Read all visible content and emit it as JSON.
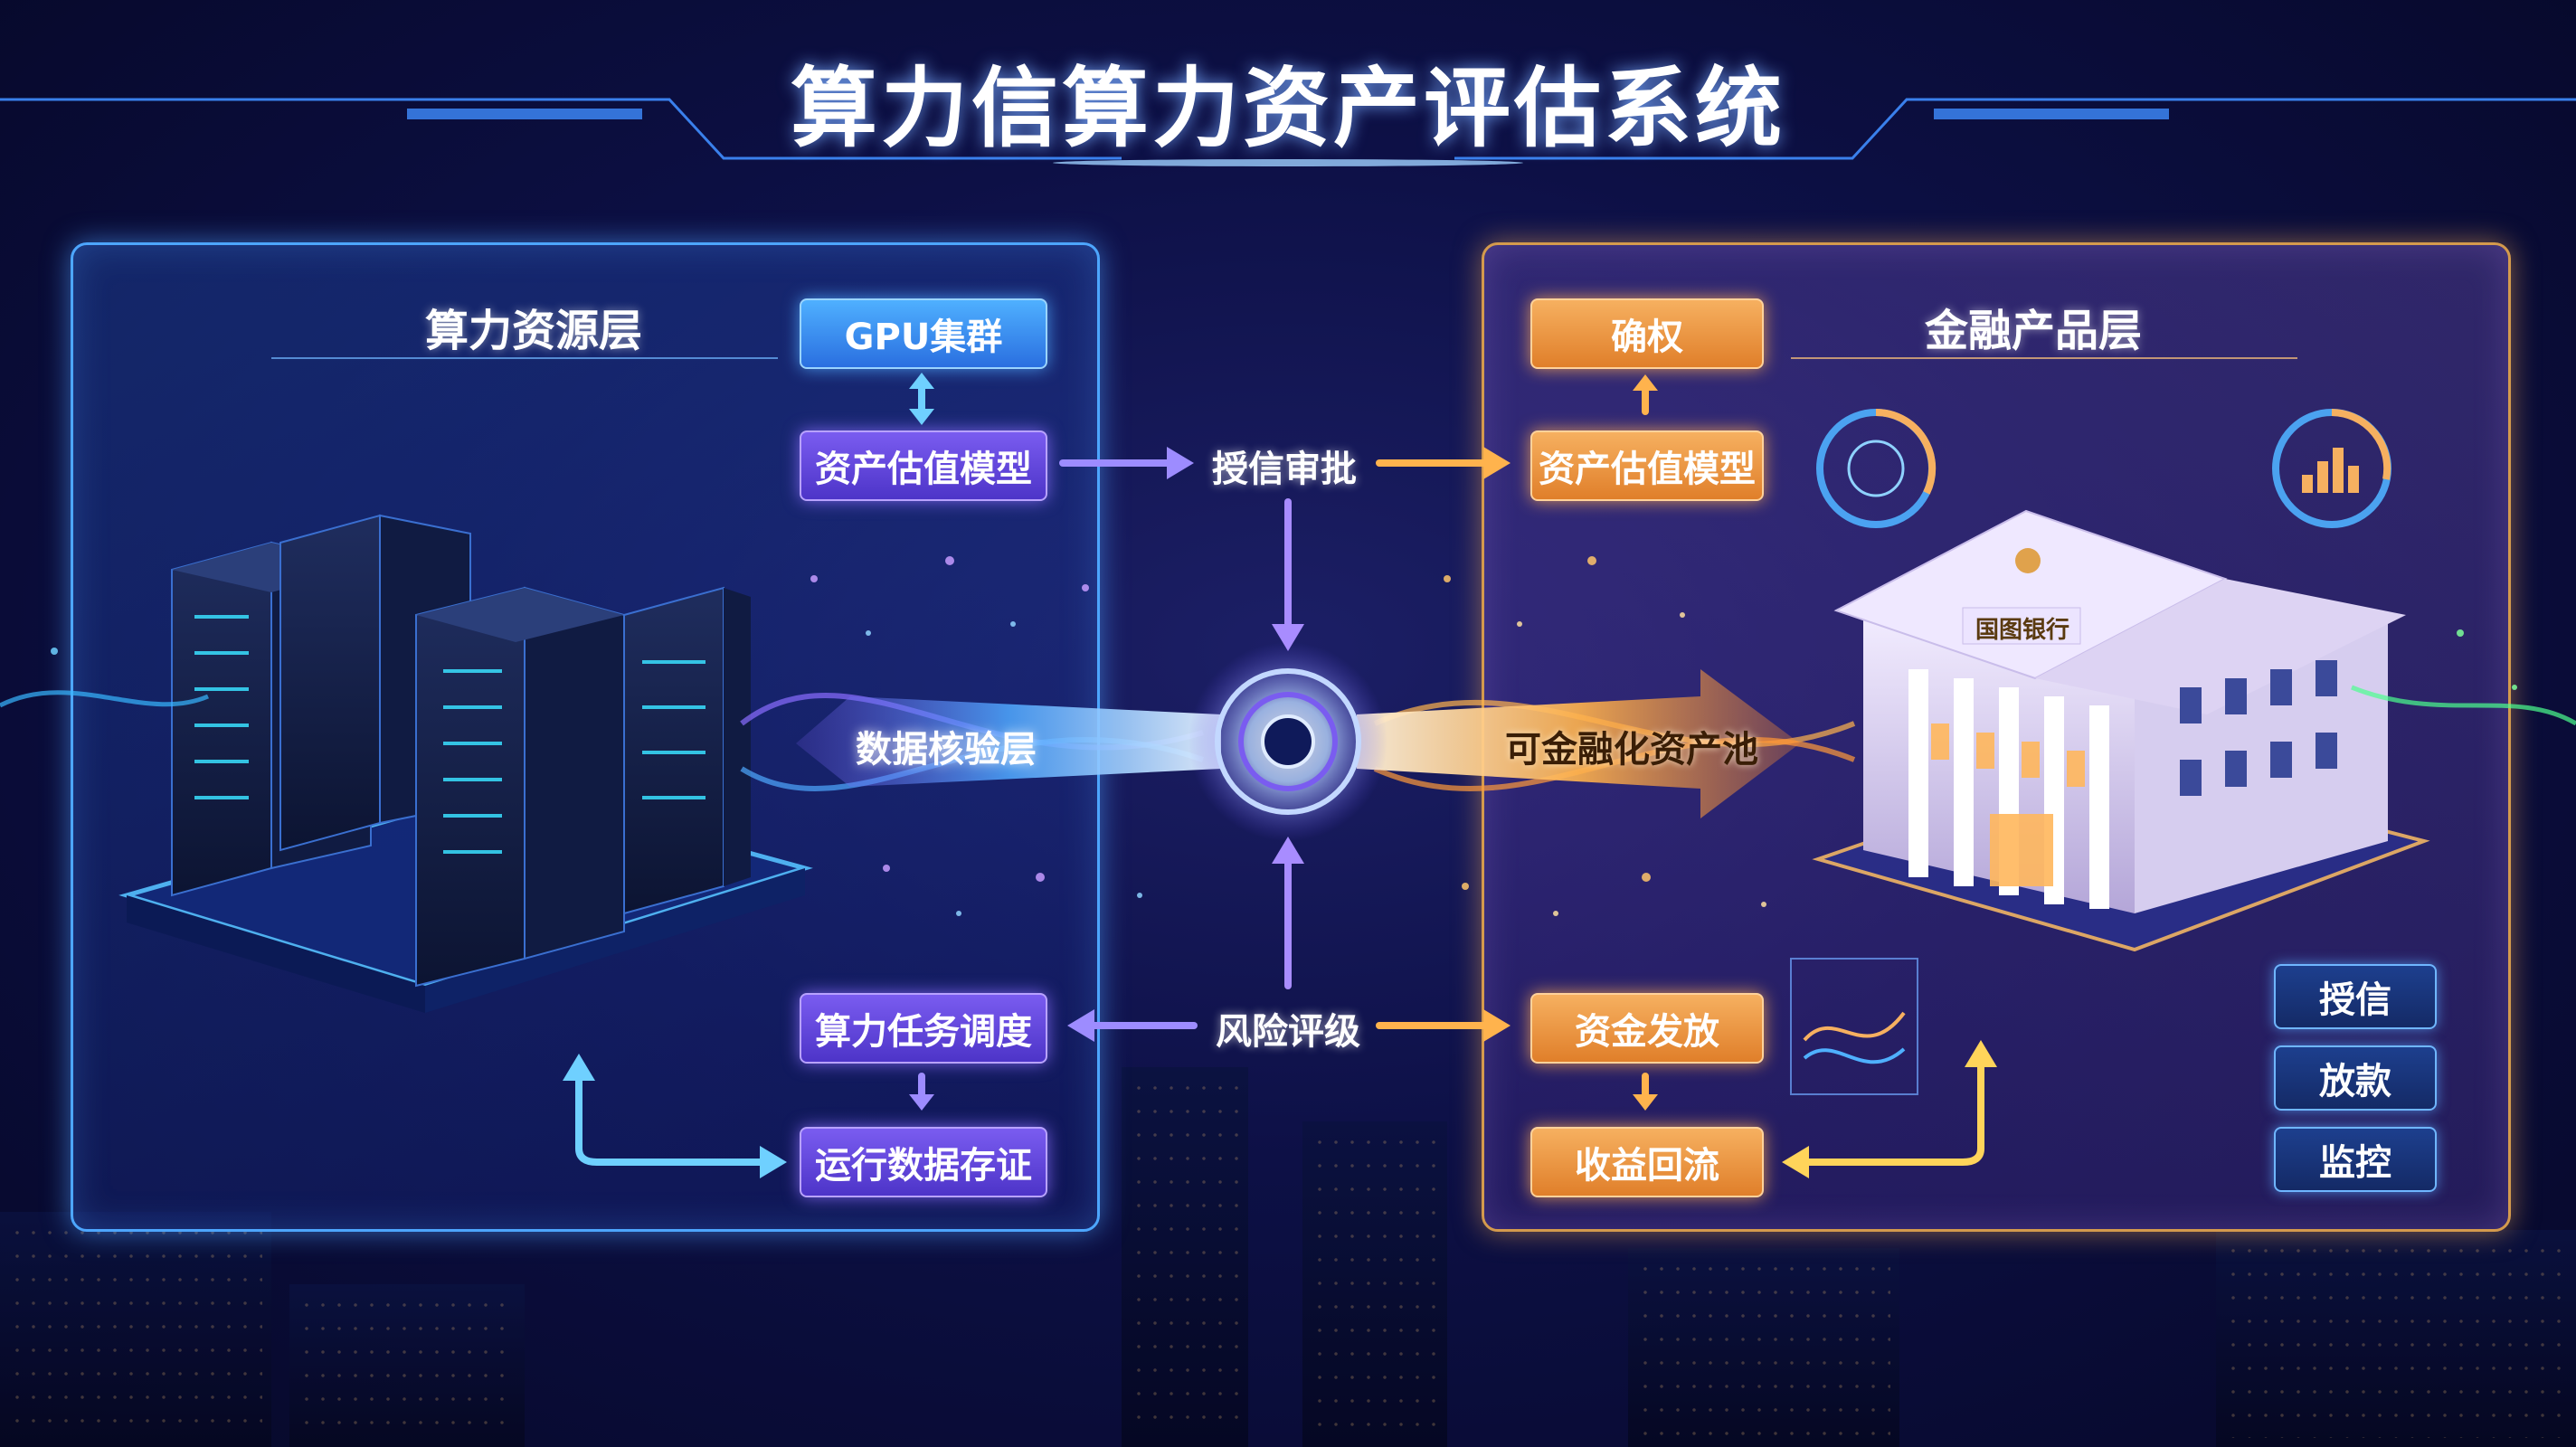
{
  "title": "算力信算力资产评估系统",
  "left_panel": {
    "title": "算力资源层",
    "gpu_cluster": "GPU集群",
    "valuation_model": "资产估值模型",
    "task_scheduling": "算力任务调度",
    "data_evidence": "运行数据存证"
  },
  "right_panel": {
    "title": "金融产品层",
    "rights_confirmation": "确权",
    "valuation_model": "资产估值模型",
    "fund_disbursement": "资金发放",
    "revenue_return": "收益回流",
    "bank_sign": "国图银行",
    "side_items": [
      "授信",
      "放款",
      "监控"
    ]
  },
  "center": {
    "credit_approval": "授信审批",
    "risk_rating": "风险评级",
    "data_verification": "数据核验层",
    "financeable_pool": "可金融化资产池"
  },
  "colors": {
    "left_accent": "#4da6ff",
    "right_accent": "#d49a4d",
    "purple": "#7a5cf0",
    "orange": "#f6b060"
  }
}
